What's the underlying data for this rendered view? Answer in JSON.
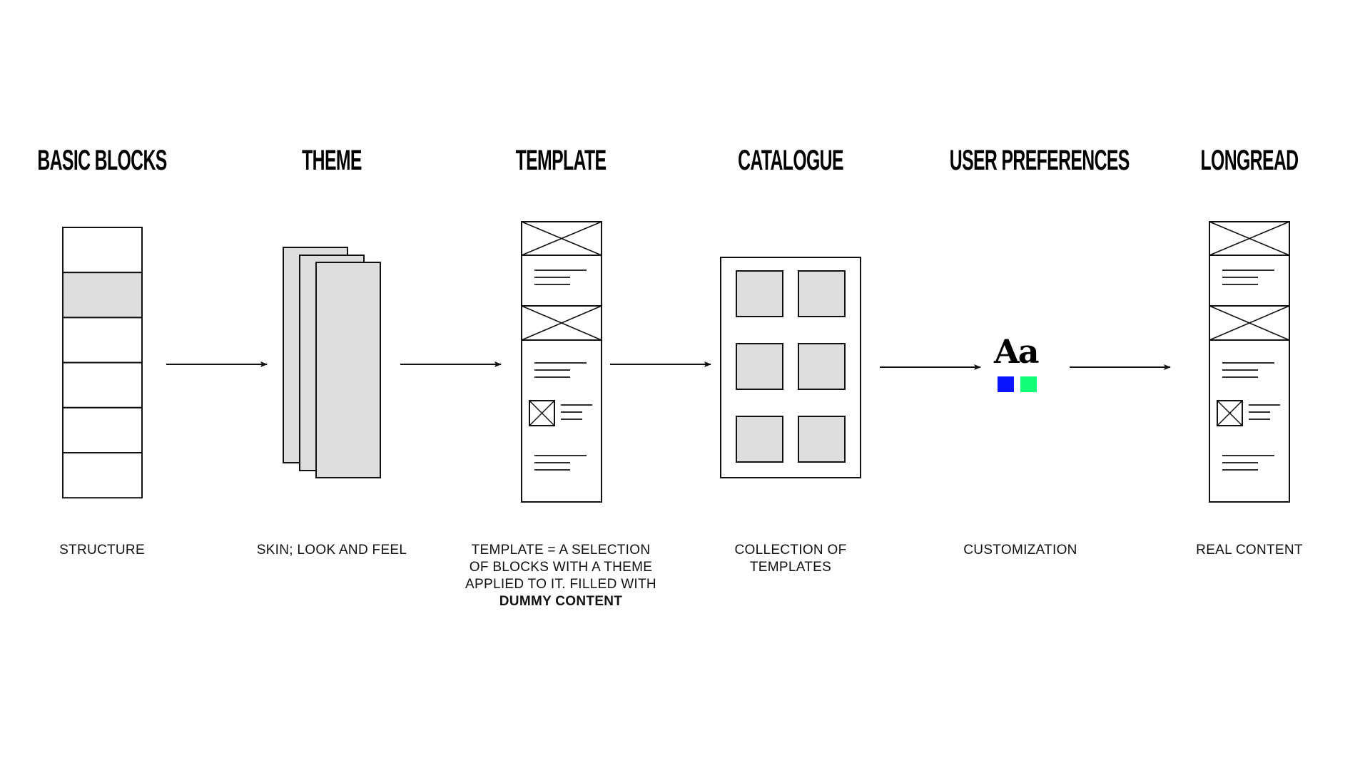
{
  "stages": [
    {
      "id": "basic-blocks",
      "title": "BASIC BLOCKS",
      "caption_lines": [
        "STRUCTURE"
      ],
      "caption_bold": ""
    },
    {
      "id": "theme",
      "title": "THEME",
      "caption_lines": [
        "SKIN; LOOK AND FEEL"
      ],
      "caption_bold": ""
    },
    {
      "id": "template",
      "title": "TEMPLATE",
      "caption_lines": [
        "TEMPLATE = A SELECTION",
        "OF BLOCKS WITH A THEME",
        "APPLIED TO IT. FILLED WITH"
      ],
      "caption_bold": "DUMMY CONTENT"
    },
    {
      "id": "catalogue",
      "title": "CATALOGUE",
      "caption_lines": [
        "COLLECTION OF",
        "TEMPLATES"
      ],
      "caption_bold": ""
    },
    {
      "id": "user-preferences",
      "title": "USER PREFERENCES",
      "caption_lines": [
        "CUSTOMIZATION"
      ],
      "caption_bold": ""
    },
    {
      "id": "longread",
      "title": "LONGREAD",
      "caption_lines": [
        "REAL CONTENT"
      ],
      "caption_bold": ""
    }
  ],
  "user_preferences": {
    "type_sample": "Aa",
    "swatches": [
      "#0a14ff",
      "#14ff78"
    ]
  },
  "colors": {
    "stroke": "#111111",
    "fill_gray": "#dcdfde",
    "background": "#ffffff"
  },
  "basic_blocks": {
    "row_count": 6,
    "highlighted_row": 2
  },
  "theme": {
    "layer_count": 3
  },
  "catalogue": {
    "rows": 3,
    "cols": 2
  }
}
